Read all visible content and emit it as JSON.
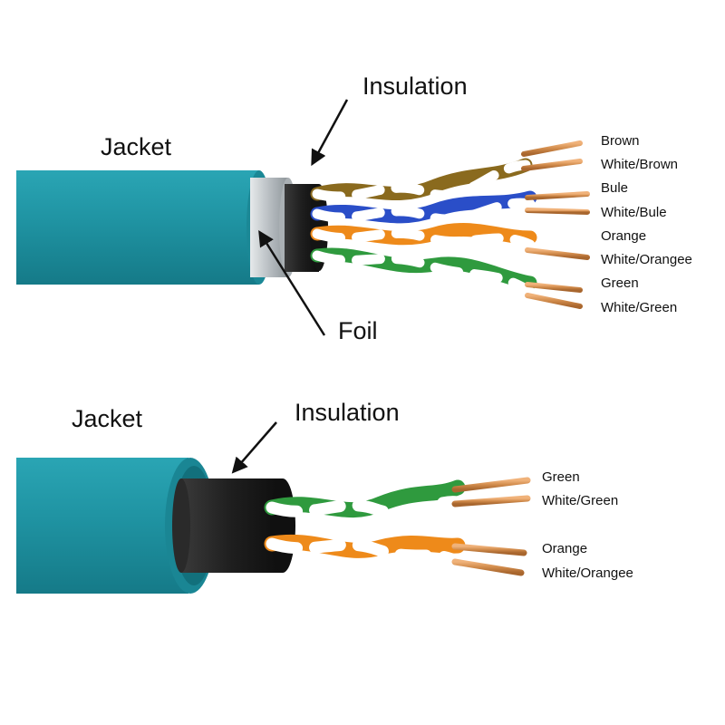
{
  "top_cable": {
    "labels": {
      "insulation": "Insulation",
      "jacket": "Jacket",
      "foil": "Foil"
    },
    "wires": [
      "Brown",
      "White/Brown",
      "Bule",
      "White/Bule",
      "Orange",
      "White/Orangee",
      "Green",
      "White/Green"
    ],
    "pair_colors": [
      "#8a6a1e",
      "#2a4ec8",
      "#ee8a1a",
      "#2f9a3e"
    ]
  },
  "bottom_cable": {
    "labels": {
      "insulation": "Insulation",
      "jacket": "Jacket"
    },
    "wires": [
      "Green",
      "White/Green",
      "Orange",
      "White/Orangee"
    ],
    "pair_colors": [
      "#2f9a3e",
      "#ee8a1a"
    ]
  },
  "colors": {
    "jacket": "#1f93a2",
    "insulation": "#1e1e1e",
    "foil": "#c9cdd0",
    "copper": "#d08a4a"
  }
}
